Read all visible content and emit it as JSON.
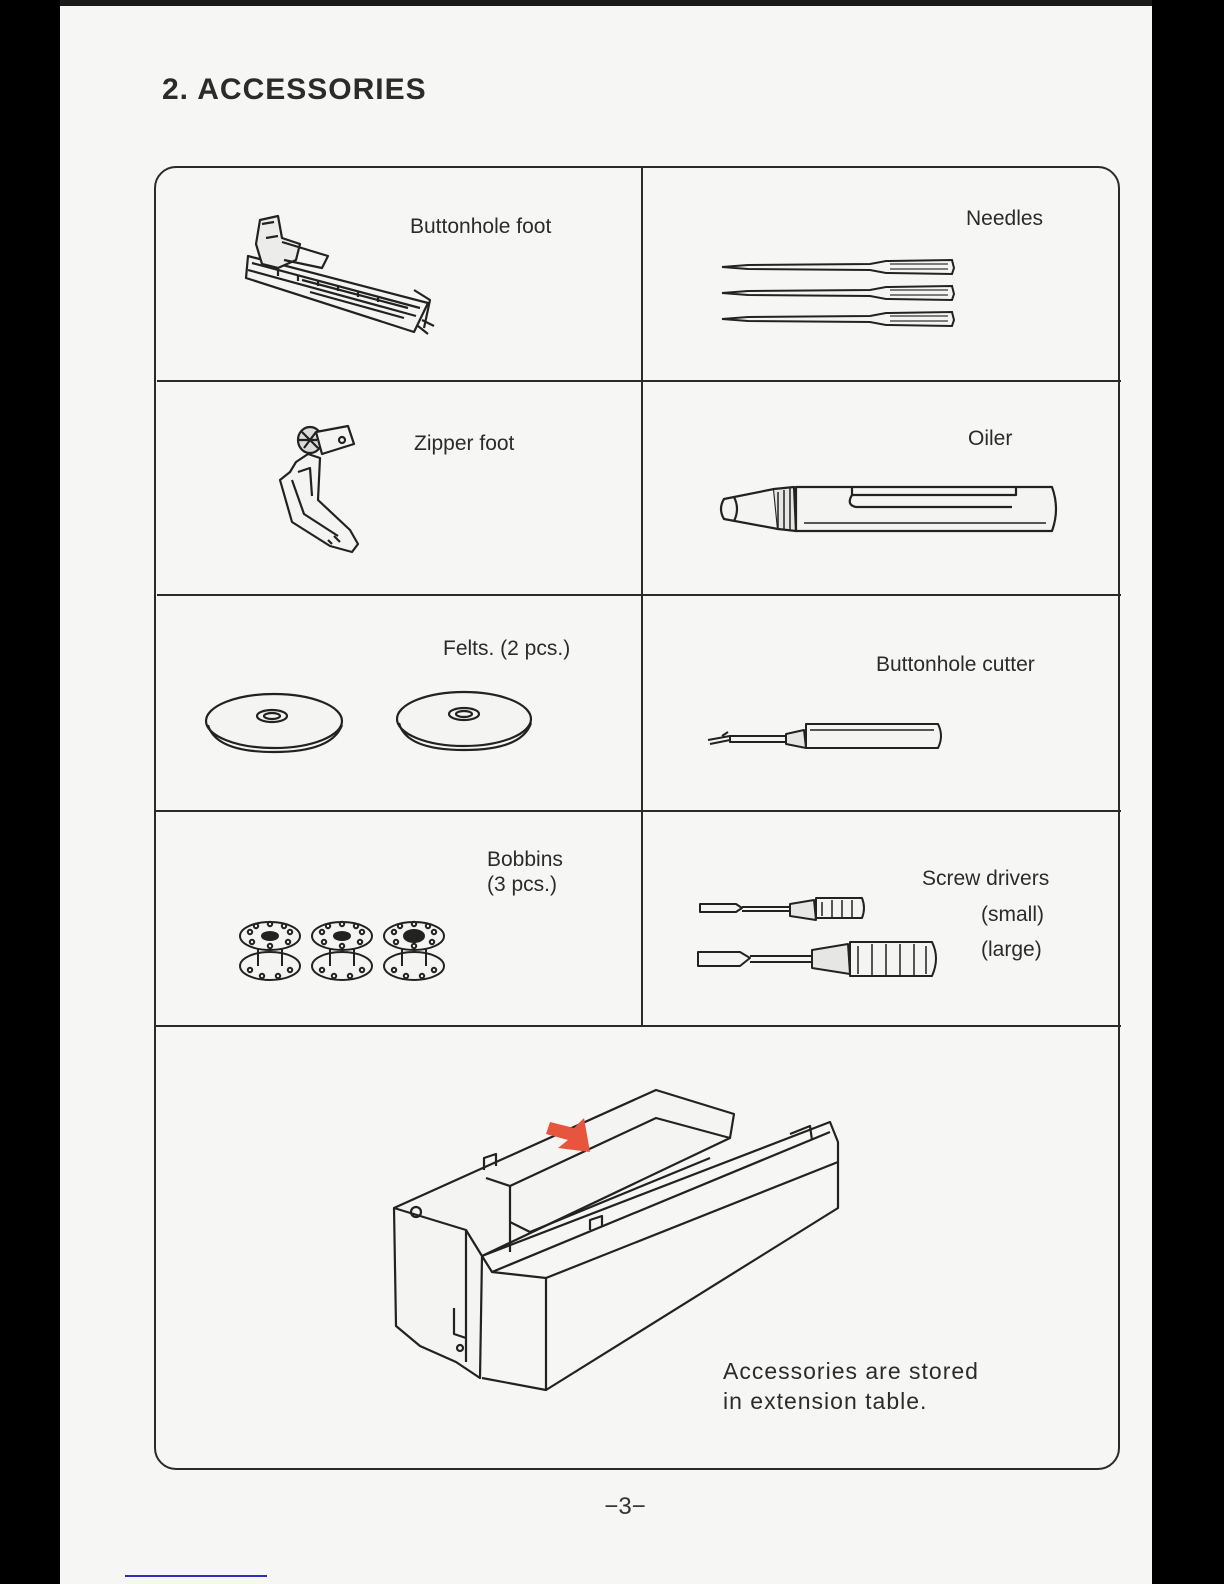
{
  "title": "2. ACCESSORIES",
  "items": [
    {
      "label": "Buttonhole foot",
      "icon": "buttonhole-foot-icon"
    },
    {
      "label": "Needles",
      "icon": "needles-icon"
    },
    {
      "label": "Zipper foot",
      "icon": "zipper-foot-icon"
    },
    {
      "label": "Oiler",
      "icon": "oiler-icon"
    },
    {
      "label": "Felts. (2 pcs.)",
      "icon": "felts-icon"
    },
    {
      "label": "Buttonhole cutter",
      "icon": "buttonhole-cutter-icon"
    },
    {
      "label_line1": "Bobbins",
      "label_line2": "(3 pcs.)",
      "icon": "bobbins-icon"
    },
    {
      "label": "Screw drivers",
      "small": "(small)",
      "large": "(large)",
      "icon": "screw-drivers-icon"
    }
  ],
  "storage": {
    "line1": "Accessories are stored",
    "line2": "in extension table.",
    "icon": "extension-table-icon",
    "arrow_color": "#e8553f"
  },
  "page_number": "−3−"
}
